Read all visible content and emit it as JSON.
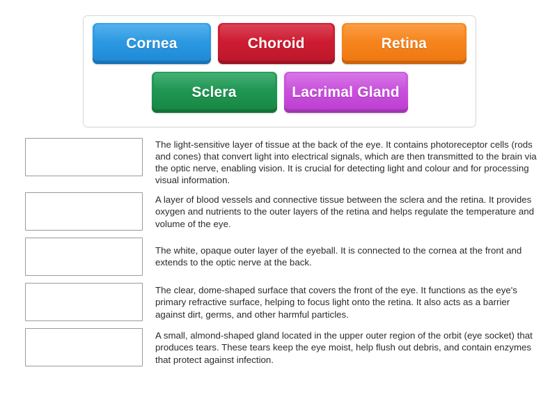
{
  "tile_bank": {
    "rows": [
      [
        {
          "label": "Cornea",
          "color": "#2a96e0",
          "color_name": "blue",
          "width_class": "w-cornea",
          "tone": "t-blue"
        },
        {
          "label": "Choroid",
          "color": "#cc1b30",
          "color_name": "red",
          "width_class": "w-choroid",
          "tone": "t-red"
        },
        {
          "label": "Retina",
          "color": "#f5821b",
          "color_name": "orange",
          "width_class": "w-retina",
          "tone": "t-orange"
        }
      ],
      [
        {
          "label": "Sclera",
          "color": "#1e9450",
          "color_name": "green",
          "width_class": "w-sclera",
          "tone": "t-green"
        },
        {
          "label": "Lacrimal Gland",
          "color": "#c84ddb",
          "color_name": "purple",
          "width_class": "w-lacrimal",
          "tone": "t-purple"
        }
      ]
    ]
  },
  "match_rows": [
    {
      "answer_placeholder": "",
      "definition": "The light-sensitive layer of tissue at the back of the eye. It contains photoreceptor cells (rods and cones) that convert light into electrical signals, which are then transmitted to the brain via the optic nerve, enabling vision. It is crucial for detecting light and colour and for processing visual information."
    },
    {
      "answer_placeholder": "",
      "definition": "A layer of blood vessels and connective tissue between the sclera and the retina. It provides oxygen and nutrients to the outer layers of the retina and helps regulate the temperature and volume of the eye."
    },
    {
      "answer_placeholder": "",
      "definition": "The white, opaque outer layer of the eyeball. It is connected to the cornea at the front and extends to the optic nerve at the back."
    },
    {
      "answer_placeholder": "",
      "definition": "The clear, dome-shaped surface that covers the front of the eye. It functions as the eye's primary refractive surface, helping to focus light onto the retina. It also acts as a barrier against dirt, germs, and other harmful particles."
    },
    {
      "answer_placeholder": "",
      "definition": "A small, almond-shaped gland located in the upper outer region of the orbit (eye socket) that produces tears. These tears keep the eye moist, help flush out debris, and contain enzymes that protect against infection."
    }
  ],
  "theme": {
    "page_background": "#ffffff",
    "bank_border": "#d5d5d5",
    "dropzone_border": "#9a9a9a",
    "text_color": "#2b2b2b",
    "tile_text_color": "#ffffff"
  }
}
